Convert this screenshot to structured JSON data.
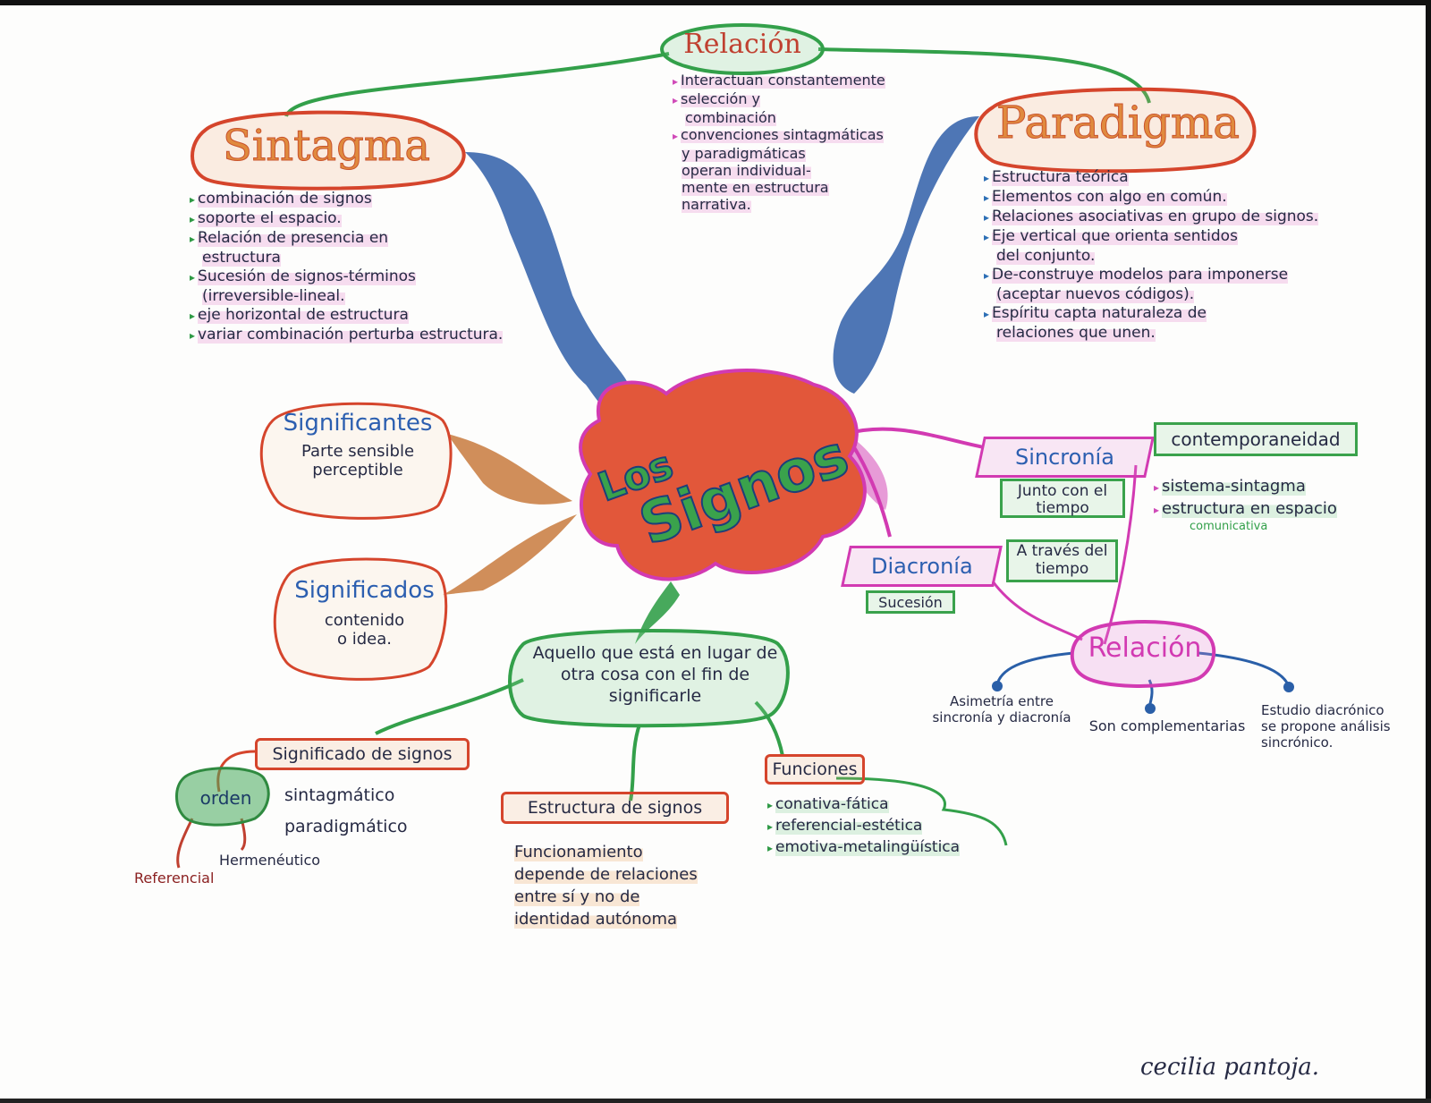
{
  "central": {
    "line1": "Los",
    "line2": "Signos"
  },
  "relacion_top": {
    "title": "Relación",
    "lines": [
      "Interactuan constantemente",
      "selección y",
      "combinación",
      "convenciones sintagmáticas",
      "y paradigmáticas",
      "operan individual-",
      "mente en estructura",
      "narrativa."
    ]
  },
  "sintagma": {
    "title": "Sintagma",
    "items": [
      "combinación de signos",
      "soporte el espacio.",
      "Relación de presencia en",
      "estructura",
      "Sucesión de signos-términos",
      "(irreversible-lineal.",
      "eje horizontal de estructura",
      "variar combinación perturba estructura."
    ]
  },
  "paradigma": {
    "title": "Paradigma",
    "items": [
      "Estructura teórica",
      "Elementos con algo en común.",
      "Relaciones asociativas en grupo de signos.",
      "Eje vertical que orienta sentidos",
      "del conjunto.",
      "De-construye modelos para imponerse",
      "(aceptar nuevos códigos).",
      "Espíritu capta naturaleza de",
      "relaciones que unen."
    ]
  },
  "significantes": {
    "title": "Significantes",
    "text1": "Parte sensible",
    "text2": "perceptible"
  },
  "significados": {
    "title": "Significados",
    "text1": "contenido",
    "text2": "o idea."
  },
  "sincronia": {
    "title": "Sincronía",
    "right_box": "contemporaneidad",
    "sub_box": "Junto con el tiempo",
    "items": [
      "sistema-sintagma",
      "estructura en espacio"
    ],
    "sub_note": "comunicativa"
  },
  "diacronia": {
    "title": "Diacronía",
    "right_box": "A través del tiempo",
    "sub_box": "Sucesión"
  },
  "relacion_right": {
    "title": "Relación",
    "items": [
      "Asimetría entre sincronía y diacronía",
      "Son complementarias",
      "Estudio diacrónico se propone análisis sincrónico."
    ]
  },
  "definicion": {
    "text": "Aquello que está en lugar de otra cosa con el fin de significarle"
  },
  "significado_signos": {
    "title": "Significado de signos",
    "orden": "orden",
    "items": [
      "sintagmático",
      "paradigmático"
    ],
    "sub_items": [
      "Referencial",
      "Hermenéutico"
    ]
  },
  "estructura": {
    "title": "Estructura de signos",
    "text": [
      "Funcionamiento",
      "depende de relaciones",
      "entre sí y no de",
      "identidad autónoma"
    ]
  },
  "funciones": {
    "title": "Funciones",
    "items": [
      "conativa-fática",
      "referencial-estética",
      "emotiva-metalingüística"
    ]
  },
  "signature": "cecilia pantoja.",
  "colors": {
    "orange": "#e0722f",
    "green": "#33a04a",
    "blue": "#2a5fa8",
    "pink": "#d23ab2",
    "red": "#d5452c"
  }
}
